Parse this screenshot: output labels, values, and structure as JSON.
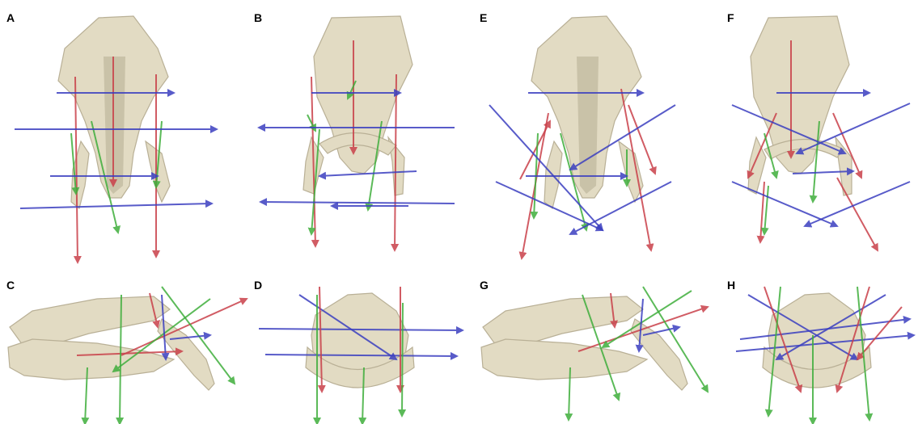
{
  "panels": {
    "A": {
      "label": "A"
    },
    "B": {
      "label": "B"
    },
    "C": {
      "label": "C"
    },
    "D": {
      "label": "D"
    },
    "E": {
      "label": "E"
    },
    "F": {
      "label": "F"
    },
    "G": {
      "label": "G"
    },
    "H": {
      "label": "H"
    }
  },
  "colors": {
    "bone": "#e2dbc3",
    "bone_shadow": "#b9b096",
    "bone_dark": "#4a463e",
    "axis_red": "#c9404a",
    "axis_green": "#3fae3c",
    "axis_blue": "#3b3fc0"
  }
}
